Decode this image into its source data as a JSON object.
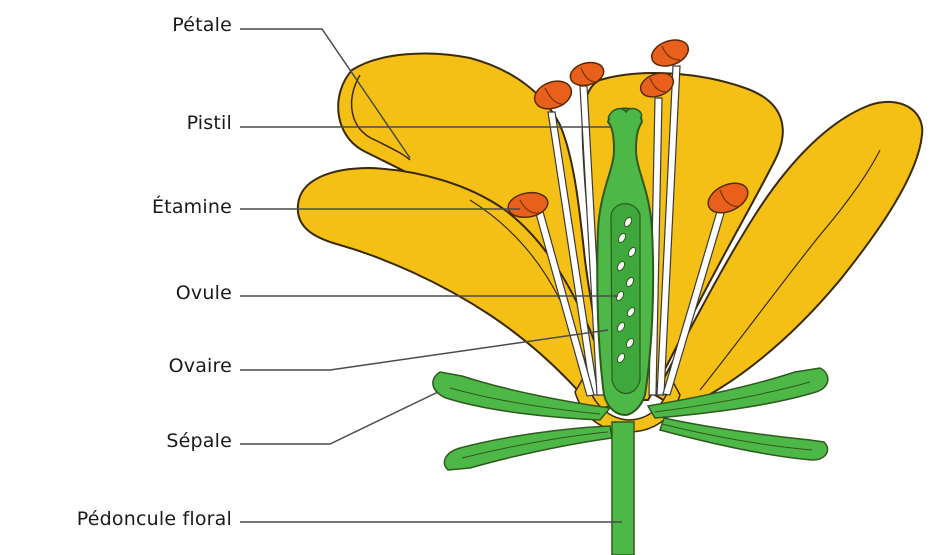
{
  "labels": {
    "petale": "Pétale",
    "pistil": "Pistil",
    "etamine": "Étamine",
    "ovule": "Ovule",
    "ovaire": "Ovaire",
    "sepale": "Sépale",
    "pedoncule": "Pédoncule floral"
  },
  "colors": {
    "petal": "#f5c016",
    "petal_outline": "#3a2a00",
    "green": "#4db848",
    "green_dark": "#2e7d32",
    "anther": "#e8601c",
    "filament": "#ffffff",
    "leader_line": "#4a4a4a"
  }
}
